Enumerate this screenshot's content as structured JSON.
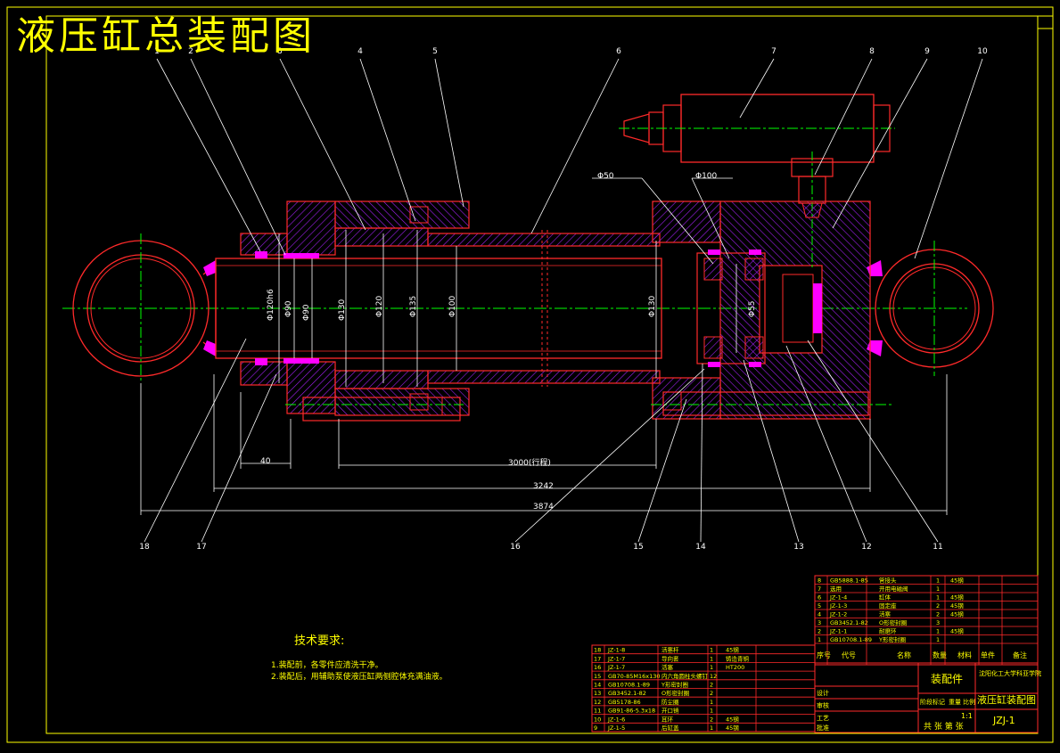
{
  "title": "液压缸总装配图",
  "colors": {
    "outline": "#ff2a2a",
    "hatch": "#a020f0",
    "centerline": "#00ff00",
    "dims": "#ffffff",
    "text": "#ffff00",
    "frame": "#ffff00",
    "seal": "#ff00ff"
  },
  "callouts": [
    "1",
    "2",
    "3",
    "4",
    "5",
    "6",
    "7",
    "8",
    "9",
    "10",
    "11",
    "12",
    "13",
    "14",
    "15",
    "16",
    "17",
    "18"
  ],
  "dimensions": {
    "d_60": "Φ50",
    "d_100": "Φ100",
    "d_120h6": "Φ120h6",
    "d_90": "Φ90",
    "d_90n": "Φ90",
    "d_130": "Φ130",
    "d_120": "Φ120",
    "d_135": "Φ135",
    "d_100b": "Φ100",
    "d_130b": "Φ130",
    "d_55": "Φ55",
    "len_40": "40",
    "stroke": "3000(行程)",
    "len_3242": "3242",
    "len_3874": "3874"
  },
  "tech": {
    "heading": "技术要求:",
    "line1": "1.装配前，各零件应清洗干净。",
    "line2": "2.装配后，用辅助泵使液压缸两侧腔体充满油液。"
  },
  "upper_table": {
    "rows": [
      [
        "8",
        "GB5888.1-85",
        "管接头",
        "1",
        "45钢",
        ""
      ],
      [
        "7",
        "选用",
        "开用电磁阀",
        "1",
        "",
        ""
      ],
      [
        "6",
        "JZ-1-4",
        "缸体",
        "1",
        "45钢",
        ""
      ],
      [
        "5",
        "JZ-1-3",
        "固定座",
        "2",
        "45钢",
        ""
      ],
      [
        "4",
        "JZ-1-2",
        "活塞",
        "2",
        "45钢",
        ""
      ],
      [
        "3",
        "GB3452.1-82",
        "O形密封圈",
        "3",
        "",
        ""
      ],
      [
        "2",
        "JZ-1-1",
        "耐磨环",
        "1",
        "45钢",
        ""
      ],
      [
        "1",
        "GB10708.1-89",
        "Y形密封圈",
        "1",
        "",
        ""
      ]
    ],
    "header": [
      "序号",
      "代号",
      "名称",
      "数量",
      "材料",
      "单件",
      "备注"
    ]
  },
  "lower_table": {
    "rows": [
      [
        "18",
        "JZ-1-8",
        "活塞杆",
        "1",
        "45钢"
      ],
      [
        "17",
        "JZ-1-7",
        "导向套",
        "1",
        "铸造青铜"
      ],
      [
        "16",
        "JZ-1-7",
        "活塞",
        "1",
        "HT200"
      ],
      [
        "15",
        "GB70-85M16x130",
        "内六角圆柱头螺钉",
        "12",
        ""
      ],
      [
        "14",
        "GB10708.1-89",
        "Y形密封圈",
        "2",
        ""
      ],
      [
        "13",
        "GB3452.1-82",
        "O形密封圈",
        "2",
        ""
      ],
      [
        "12",
        "GB5178-86",
        "防尘圈",
        "1",
        ""
      ],
      [
        "11",
        "GB91-86-5.3x18",
        "开口销",
        "1",
        ""
      ],
      [
        "10",
        "JZ-1-6",
        "耳环",
        "2",
        "45钢"
      ],
      [
        "9",
        "JZ-1-5",
        "后缸盖",
        "1",
        "45钢"
      ]
    ]
  },
  "title_block": {
    "school": "沈阳化工大学科亚学院",
    "assembly": "装配件",
    "drawing_name": "液压缸装配图",
    "code": "JZJ-1",
    "scale": "1:1",
    "mark": "阶段标记",
    "weight": "重量",
    "scale_label": "比例",
    "sheet": "共 张 第 张",
    "designer": "设计",
    "check": "审核",
    "process": "工艺",
    "approve": "批准"
  }
}
